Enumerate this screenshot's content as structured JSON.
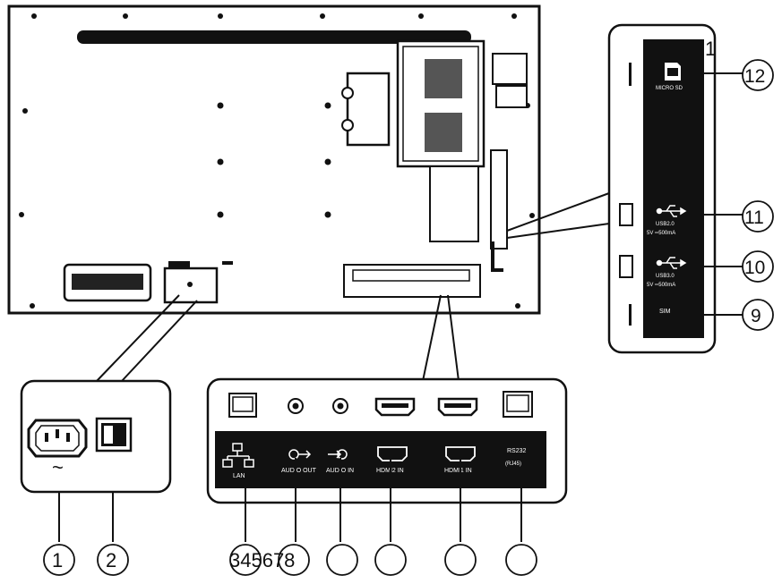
{
  "callouts": {
    "c1": "1",
    "c2": "2",
    "c3_8": "345678",
    "c9": "9",
    "c10": "10",
    "c11": "11",
    "c12": "12",
    "side_top": "1"
  },
  "power_panel": {
    "ac_symbol": "~"
  },
  "io_panel": {
    "lan": "LAN",
    "audio_out": "AUDIO OUT",
    "audio_in": "AUDIO IN",
    "hdmi2_in": "HDMI2 IN",
    "hdmi1_in": "HDMI1 IN",
    "rs232": "RS232",
    "rs232_sub": "(RJ45)"
  },
  "side_panel": {
    "micro_sd": "MICRO SD",
    "usb2_label": "USB2.0",
    "usb2_power": "5V ═500mA",
    "usb3_label": "USB3.0",
    "usb3_power": "5V ═500mA",
    "sim": "SIM"
  },
  "colors": {
    "line": "#111111",
    "panel_fill": "#ffffff",
    "label_strip": "#111111"
  },
  "icons": [
    "lan-icon",
    "audio-out-jack-icon",
    "audio-in-jack-icon",
    "hdmi-port-icon",
    "rj45-port-icon",
    "usb-trident-icon",
    "micro-sd-icon",
    "iec-power-socket-icon",
    "rocker-switch-icon"
  ]
}
